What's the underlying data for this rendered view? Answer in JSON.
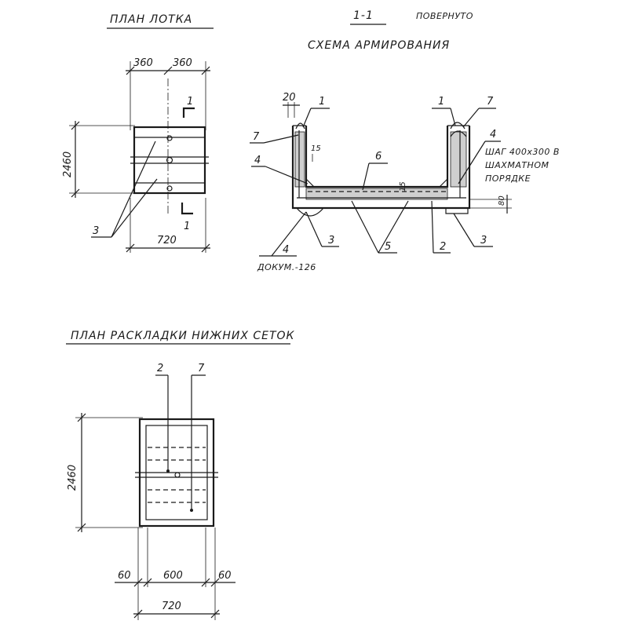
{
  "titles": {
    "tray_plan": "ПЛАН ЛОТКА",
    "section": "1-1",
    "section_note": "ПОВЕРНУТО",
    "reinforcement": "СХЕМА АРМИРОВАНИЯ",
    "bottom_mesh_plan": "ПЛАН РАСКЛАДКИ НИЖНИХ СЕТОК"
  },
  "tray_plan": {
    "dims": {
      "top_left": "360",
      "top_right": "360",
      "height": "2460",
      "width": "720"
    },
    "cut_marker": "1",
    "labels": {
      "anchor": "3"
    }
  },
  "section": {
    "dims": {
      "top": "20",
      "cover_wall": "15",
      "cover_bottom": "15",
      "right": "80"
    },
    "labels": {
      "l1a": "1",
      "l1b": "1",
      "l7a": "7",
      "l7b": "7",
      "l4a": "4",
      "l4b": "4",
      "l4c": "4",
      "l6": "6",
      "l5": "5",
      "l2": "2",
      "l3a": "3",
      "l3b": "3"
    },
    "notes": {
      "step_line1": "ШАГ 400x300 В",
      "step_line2": "ШАХМАТНОМ",
      "step_line3": "ПОРЯДКЕ",
      "doc_ref": "ДОКУМ.-126"
    }
  },
  "mesh_plan": {
    "dims": {
      "height": "2460",
      "left": "60",
      "middle": "600",
      "right": "60",
      "total": "720"
    },
    "labels": {
      "l2": "2",
      "l7": "7"
    }
  }
}
